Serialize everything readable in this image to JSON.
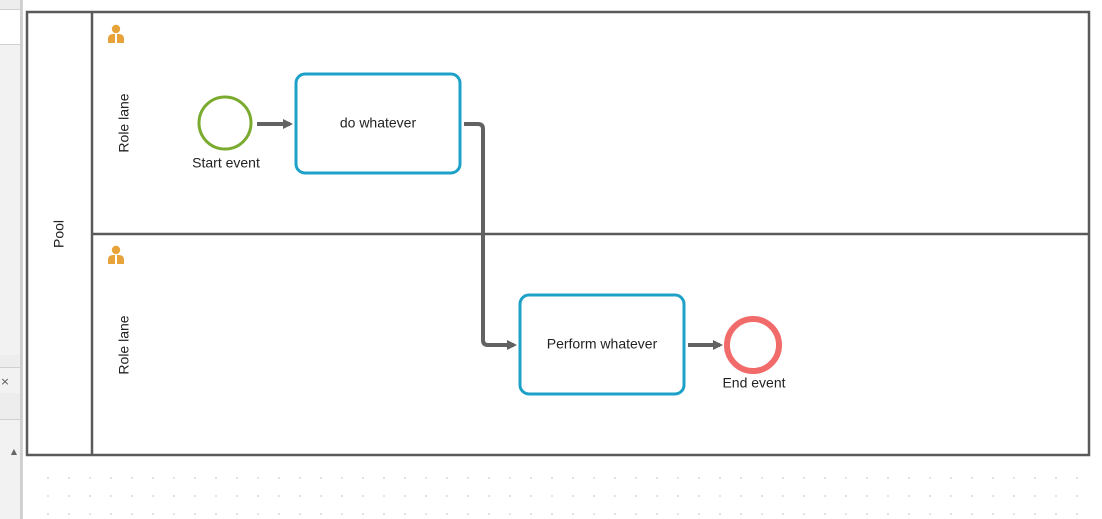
{
  "pool": {
    "label": "Pool"
  },
  "lanes": [
    {
      "label": "Role lane"
    },
    {
      "label": "Role lane"
    }
  ],
  "events": {
    "start": {
      "label": "Start event"
    },
    "end": {
      "label": "End event"
    }
  },
  "tasks": [
    {
      "label": "do whatever"
    },
    {
      "label": "Perform whatever"
    }
  ],
  "icons": {
    "lane_role": "role-person-icon",
    "panel_close": "close-icon",
    "scroll_up": "scroll-up-arrow-icon"
  },
  "panel": {
    "close_glyph": "×",
    "scroll_glyph": "▲"
  },
  "colors": {
    "border": "#5a5a5a",
    "task_border": "#1da1c8",
    "start_event": "#7aab2f",
    "end_event": "#f26b6b",
    "flow": "#626262",
    "role_icon": "#e8a33a",
    "grid_dot": "#cfcfcf"
  }
}
